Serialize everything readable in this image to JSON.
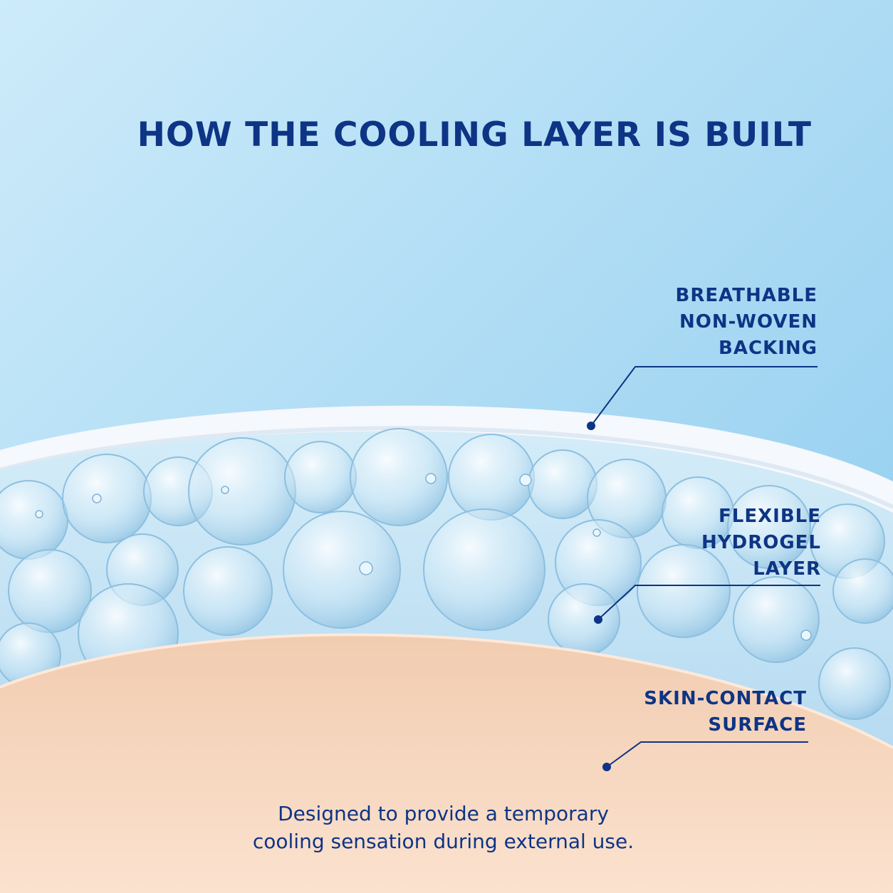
{
  "colors": {
    "text": "#0e3485",
    "sky_top": "#c7e8f9",
    "sky_bottom": "#8fcdee",
    "backing": "#f7f9fc",
    "gel": "#bfe0f3",
    "skin": "#f6d5bb",
    "leader": "#0e3485"
  },
  "title": "HOW THE COOLING LAYER IS BUILT",
  "callouts": {
    "backing": {
      "lines": [
        "BREATHABLE",
        "NON-WOVEN",
        "BACKING"
      ]
    },
    "hydrogel": {
      "lines": [
        "FLEXIBLE",
        "HYDROGEL",
        "LAYER"
      ]
    },
    "skin": {
      "lines": [
        "SKIN-CONTACT",
        "SURFACE"
      ]
    }
  },
  "caption": {
    "lines": [
      "Designed to provide a temporary",
      "cooling sensation during external use."
    ]
  }
}
